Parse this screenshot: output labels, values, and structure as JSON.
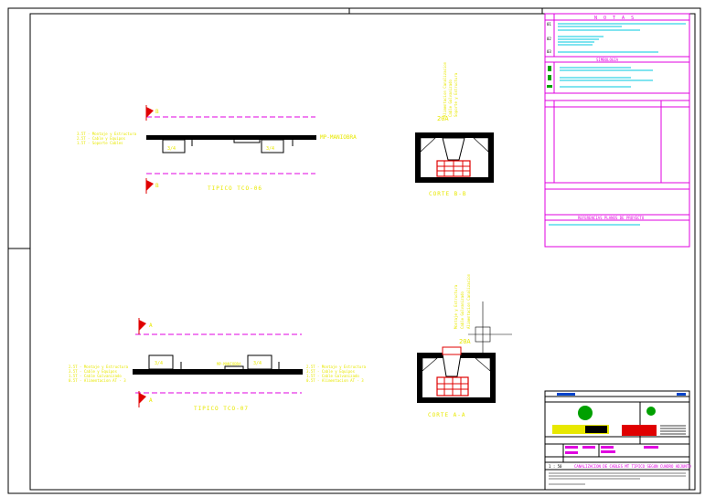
{
  "colors": {
    "yellow": "#e8e800",
    "magenta": "#e000e0",
    "red": "#e00000",
    "cyan": "#00c8e0",
    "green": "#00a000",
    "black": "#000000",
    "bg": "#ffffff"
  },
  "upper_plan": {
    "marker_top": "B",
    "marker_bottom": "B",
    "left_notes": [
      "3.5T - Montaje y Estructura",
      "2.5T - Cable y Equipos",
      "1.5T - Soporte Cables"
    ],
    "right_note": "MP-MANIOBRA",
    "box_left": "3/4",
    "box_right": "3/4",
    "caption": "TIPICO TCO-06"
  },
  "lower_plan": {
    "marker_top": "A",
    "marker_bottom": "A",
    "left_notes": [
      "2.5T - Montaje y Estructura",
      "3.5T - Cable y Equipos",
      "1.5T - Cable Galvanizado",
      "0.5T - Alimentacion AT - 3"
    ],
    "right_notes": [
      "2.5T - Montaje y Estructura",
      "3.5T - Cable y Equipos",
      "1.5T - Cable Galvanizado",
      "0.5T - Alimentacion AT - 3"
    ],
    "box_left": "3/4",
    "box_right": "3/4",
    "center_label": "MP-MANIOBRA",
    "caption": "TIPICO TCO-07"
  },
  "section_b": {
    "caption": "CORTE B-B",
    "label": "20A",
    "vertical_notes": [
      "Alimentacion Canalizacion",
      "Cable Galvanizado",
      "Soporte y Estructura"
    ]
  },
  "section_a": {
    "caption": "CORTE A-A",
    "label": "20A",
    "vertical_notes": [
      "Montaje y Estructura",
      "Cable Galvanizado",
      "Alimentacion Canalizacion"
    ]
  },
  "title_block": {
    "notes_header": "N O T A S",
    "legend_header": "SIMBOLOGIA",
    "references_header": "REFERENCIAS PLANOS DE PROYECTO",
    "scale": "1 : 50",
    "drawing_title": "CANALIZACION DE CABLES MT TIPICO SEGUN CUADRO ADJUNTO"
  }
}
